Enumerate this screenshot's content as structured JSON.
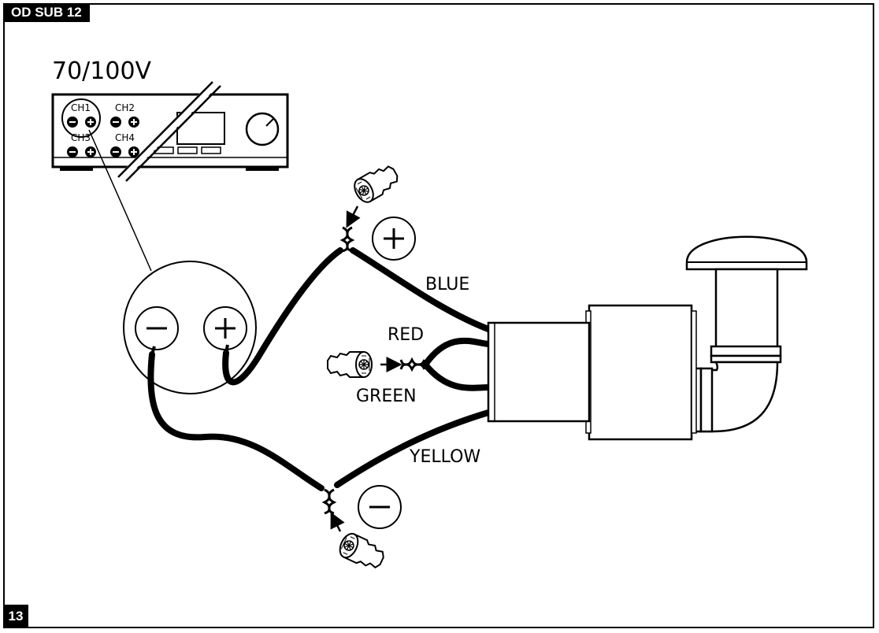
{
  "header": {
    "model": "OD SUB 12"
  },
  "footer": {
    "page_number": "13"
  },
  "amplifier": {
    "voltage_label": "70/100V",
    "channels": [
      "CH1",
      "CH2",
      "CH3",
      "CH4"
    ]
  },
  "wires": {
    "blue": "BLUE",
    "red": "RED",
    "green": "GREEN",
    "yellow": "YELLOW"
  },
  "icons": [
    "plus-symbol-icon",
    "minus-symbol-icon",
    "wire-nut-icon",
    "knob-icon"
  ],
  "colors": {
    "line": "#000000",
    "background": "#ffffff"
  }
}
